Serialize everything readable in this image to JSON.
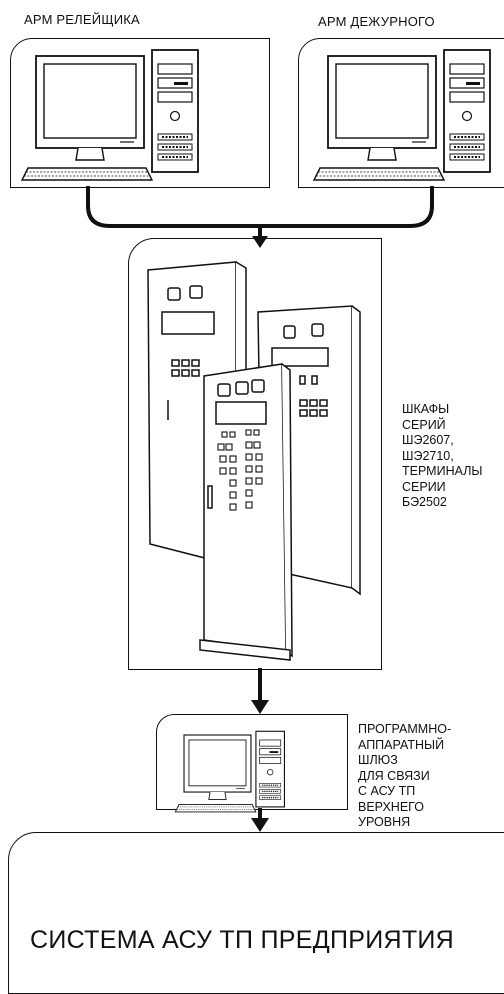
{
  "workstations": {
    "relay": {
      "label": "АРМ РЕЛЕЙЩИКА"
    },
    "duty": {
      "label": "АРМ ДЕЖУРНОГО"
    }
  },
  "cabinets": {
    "label_lines": [
      "ШКАФЫ",
      "СЕРИЙ",
      "ШЭ2607,",
      "ШЭ2710,",
      "ТЕРМИНАЛЫ",
      "СЕРИИ",
      "БЭ2502"
    ]
  },
  "gateway": {
    "label_lines": [
      "ПРОГРАММНО-",
      "АППАРАТНЫЙ",
      "ШЛЮЗ",
      "ДЛЯ СВЯЗИ",
      "С АСУ ТП",
      "ВЕРХНЕГО",
      "УРОВНЯ"
    ]
  },
  "system": {
    "title": "СИСТЕМА АСУ ТП ПРЕДПРИЯТИЯ"
  }
}
